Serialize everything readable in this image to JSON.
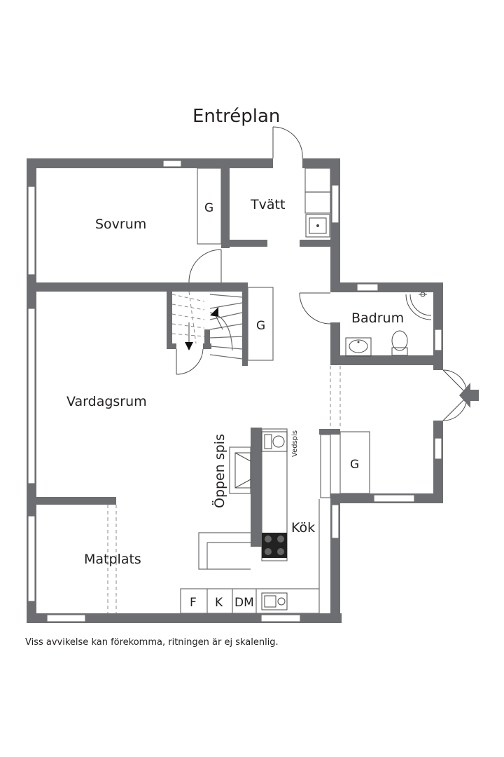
{
  "title": "Entréplan",
  "rooms": {
    "sovrum": "Sovrum",
    "tvatt": "Tvätt",
    "badrum": "Badrum",
    "vardagsrum": "Vardagsrum",
    "oppen_spis": "Öppen spis",
    "vedspis": "Vedspis",
    "kok": "Kök",
    "matplats": "Matplats",
    "garderob": "G",
    "frys": "F",
    "kyl": "K",
    "diskmaskin": "DM"
  },
  "disclaimer": "Viss avvikelse kan förekomma, ritningen är ej skalenlig.",
  "colors": {
    "wall": "#6d6e71",
    "text": "#231f20",
    "background": "#ffffff"
  },
  "icons": [
    "stair-arrow-icon",
    "entrance-arrow-icon",
    "sink-icon",
    "toilet-icon",
    "stove-icon",
    "shower-icon"
  ]
}
